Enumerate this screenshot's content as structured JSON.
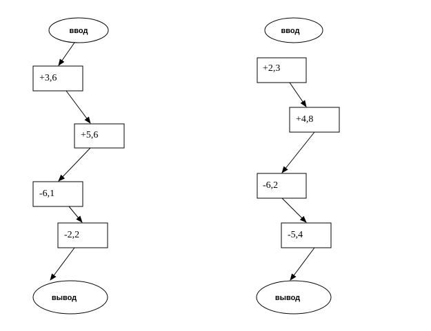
{
  "diagrams": [
    {
      "start": "ввод",
      "steps": [
        "+3,6",
        "+5,6",
        "-6,1",
        "-2,2"
      ],
      "end": "вывод"
    },
    {
      "start": "ввод",
      "steps": [
        "+2,3",
        "+4,8",
        "-6,2",
        "-5,4"
      ],
      "end": "вывод"
    }
  ],
  "colors": {
    "stroke": "#000000",
    "fill": "#ffffff"
  }
}
